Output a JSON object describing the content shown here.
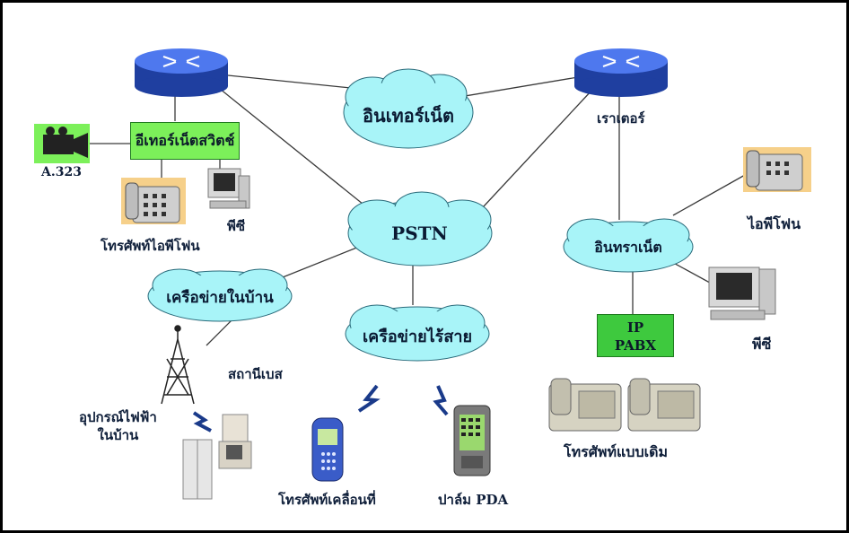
{
  "diagram": {
    "nodes": {
      "internet": "อินเทอร์เน็ต",
      "pstn": "PSTN",
      "home_network": "เครือข่ายในบ้าน",
      "wireless_network": "เครือข่ายไร้สาย",
      "intranet": "อินทราเน็ต",
      "router": "เราเตอร์",
      "ethernet_switch": "อีเทอร์เน็ตสวิตช์",
      "camera_label": "A.323",
      "ip_phone_left": "โทรศัพท์ไอพีโฟน",
      "pc_left": "พีซี",
      "ip_phone_right": "ไอพีโฟน",
      "pc_right": "พีซี",
      "ip_pabx": "IP\nPABX",
      "base_station": "สถานีเบส",
      "home_appliance": "อุปกรณ์ไฟฟ้า\nในบ้าน",
      "mobile_phone": "โทรศัพท์เคลื่อนที่",
      "palm_pda": "ปาล์ม PDA",
      "legacy_phone": "โทรศัพท์แบบเดิม"
    },
    "colors": {
      "cloud_fill": "#a8f4f8",
      "router_fill": "#3b63d8",
      "switch_fill": "#7cf05a",
      "pabx_fill": "#3ec93e",
      "line": "#3a3a3a"
    }
  }
}
